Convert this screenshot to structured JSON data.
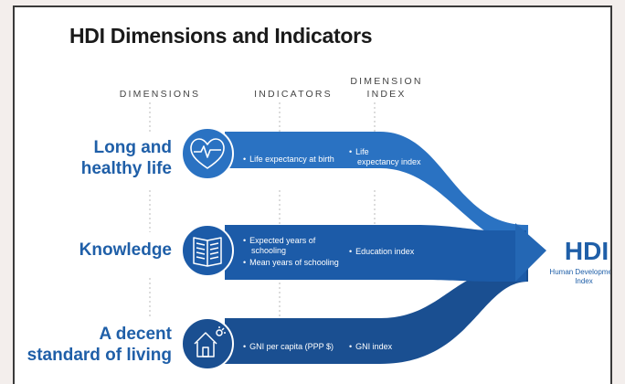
{
  "title": "HDI Dimensions and Indicators",
  "columns": {
    "dimensions": "DIMENSIONS",
    "indicators": "INDICATORS",
    "index_line1": "DIMENSION",
    "index_line2": "INDEX"
  },
  "rows": [
    {
      "dimension_line1": "Long and",
      "dimension_line2": "healthy life",
      "icon": "heart-pulse-icon",
      "indicators": [
        "Life expectancy at birth"
      ],
      "index_line1": "Life",
      "index_line2": "expectancy index"
    },
    {
      "dimension_line1": "Knowledge",
      "dimension_line2": "",
      "icon": "open-book-icon",
      "indicators": [
        "Expected years of",
        "schooling",
        "Mean years of schooling"
      ],
      "index_line1": "Education index",
      "index_line2": ""
    },
    {
      "dimension_line1": "A decent",
      "dimension_line2": "standard of living",
      "icon": "house-icon",
      "indicators": [
        "GNI per capita (PPP $)"
      ],
      "index_line1": "GNI index",
      "index_line2": ""
    }
  ],
  "result": {
    "title": "HDI",
    "subtitle_line1": "Human Development",
    "subtitle_line2": "Index"
  },
  "colors": {
    "flow_dark": "#1a4f91",
    "flow_mid": "#2a72c2",
    "flow_light": "#3b8ee0",
    "text_blue": "#1f5fa8"
  }
}
